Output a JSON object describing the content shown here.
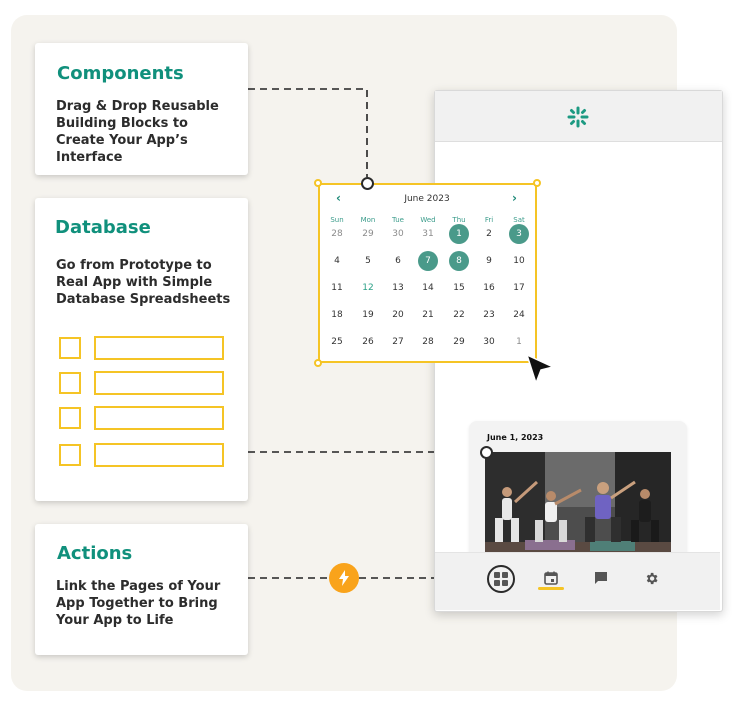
{
  "cards": {
    "components": {
      "title": "Components",
      "description": "Drag & Drop Reusable Building Blocks to Create Your App’s Interface"
    },
    "database": {
      "title": "Database",
      "description": "Go from Prototype to Real App with Simple Database Spreadsheets"
    },
    "actions": {
      "title": "Actions",
      "description": "Link the Pages of Your App Together to Bring Your App to Life"
    }
  },
  "calendar": {
    "month_label": "June 2023",
    "prev_icon": "chevron-left-icon",
    "next_icon": "chevron-right-icon",
    "weekdays": [
      "Sun",
      "Mon",
      "Tue",
      "Wed",
      "Thu",
      "Fri",
      "Sat"
    ],
    "weeks": [
      [
        "28",
        "29",
        "30",
        "31",
        "1",
        "2",
        "3"
      ],
      [
        "4",
        "5",
        "6",
        "7",
        "8",
        "9",
        "10"
      ],
      [
        "11",
        "12",
        "13",
        "14",
        "15",
        "16",
        "17"
      ],
      [
        "18",
        "19",
        "20",
        "21",
        "22",
        "23",
        "24"
      ],
      [
        "25",
        "26",
        "27",
        "28",
        "29",
        "30",
        "1"
      ]
    ],
    "selected_days": [
      "1",
      "3",
      "7",
      "8"
    ],
    "highlight_day": "12",
    "selected_color": "#4a9a8a"
  },
  "event": {
    "date": "June 1, 2023"
  },
  "tabbar": {
    "items": [
      "grid-icon",
      "calendar-icon",
      "chat-icon",
      "gear-icon"
    ],
    "active": "calendar-icon"
  },
  "colors": {
    "accent_teal": "#10907c",
    "highlight_yellow": "#f5c425",
    "bolt_orange": "#f9a31b"
  }
}
